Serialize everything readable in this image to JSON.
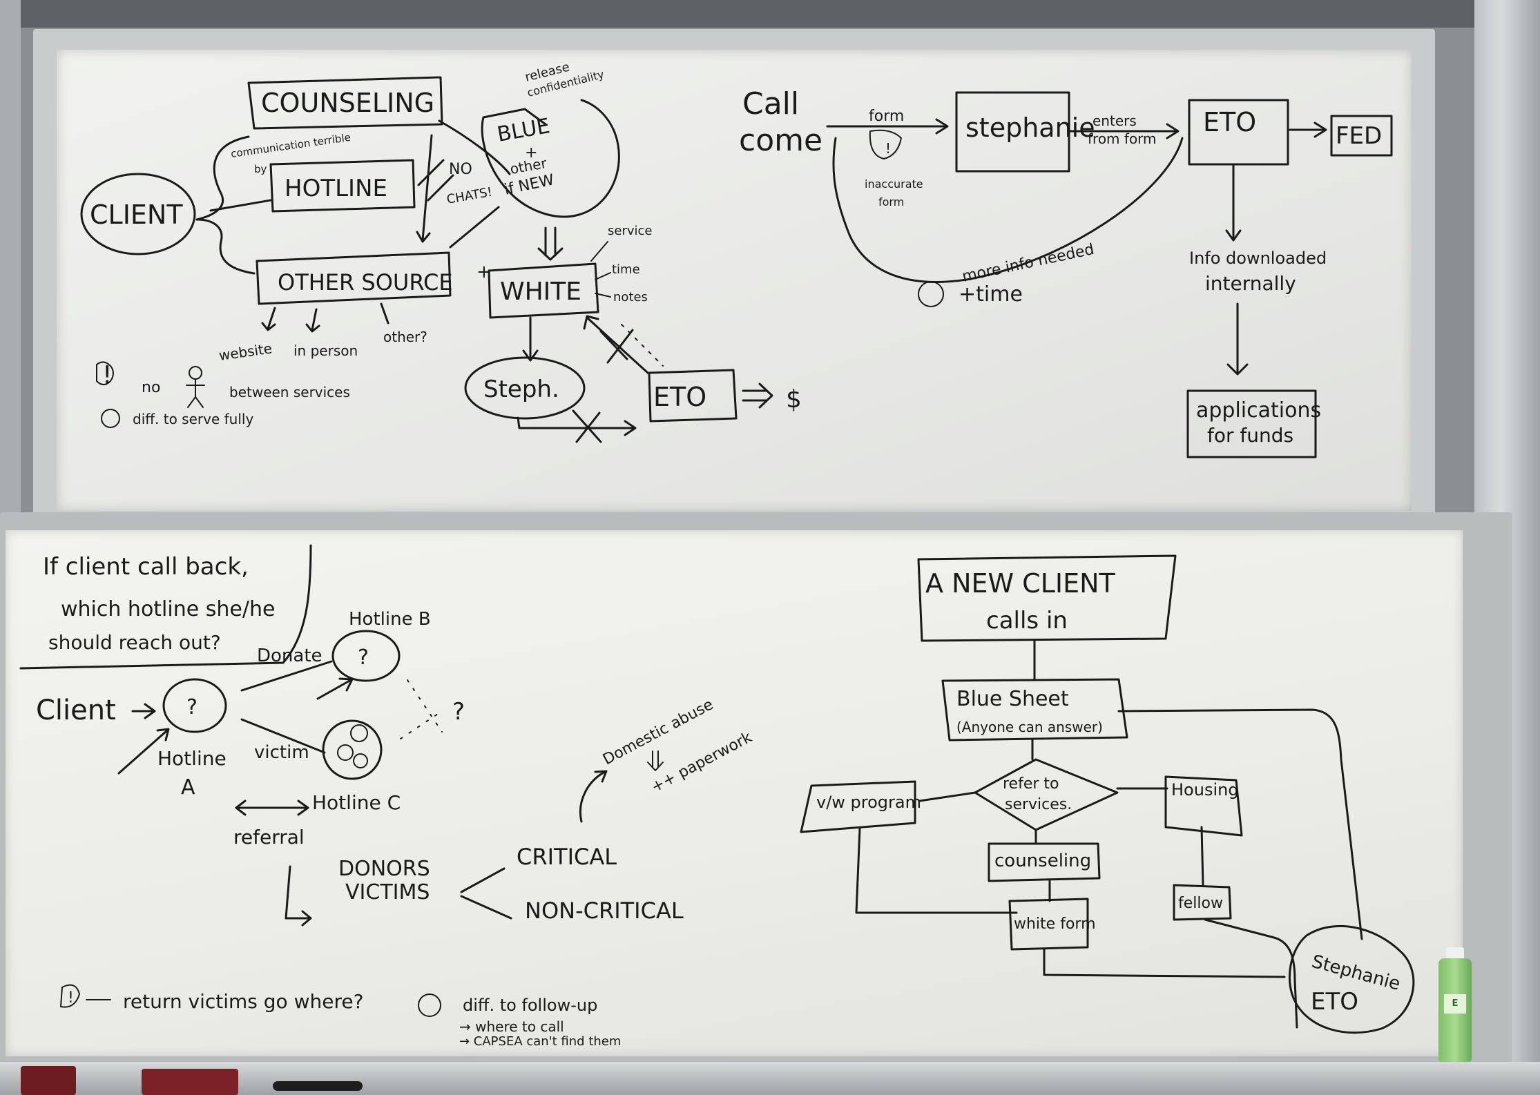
{
  "top_board": {
    "counseling": "COUNSELING",
    "hotline": "HOTLINE",
    "client": "CLIENT",
    "other_source": "OTHER SOURCE",
    "communication_note": "communication terrible",
    "communication_note_2": "by",
    "release_note": "release",
    "confidentiality": "confidentiality",
    "blue": "BLUE",
    "blue_plus": "+",
    "blue_other": "other",
    "blue_if_new": "if NEW",
    "no": "NO",
    "chats": "CHATS!",
    "white": "WHITE",
    "service": "service",
    "time": "time",
    "notes": "notes",
    "steph": "Steph.",
    "eto": "ETO",
    "money": "$",
    "website": "website",
    "in_person": "in person",
    "other_q": "other?",
    "no_label": "no",
    "between_services": "between services",
    "diff_serve": "diff. to serve fully",
    "call": "Call",
    "come": "come",
    "form": "form",
    "inaccurate": "inaccurate",
    "inaccurate_form": "form",
    "stephanie": "stephanie",
    "enters": "enters",
    "from_form": "from form",
    "eto2": "ETO",
    "fed": "FED",
    "more_info": "more info needed",
    "time_plus": "+time",
    "info_downloaded": "Info downloaded",
    "internally": "internally",
    "applications": "applications",
    "for_funds": "for funds"
  },
  "bottom_board": {
    "question_line1": "If client call back,",
    "question_line2": "which hotline she/he",
    "question_line3": "should reach out?",
    "hotline_b": "Hotline B",
    "donate": "Donate",
    "client": "Client",
    "hotline_a": "Hotline",
    "hotline_a_letter": "A",
    "victim": "victim",
    "hotline_c": "Hotline C",
    "referral": "referral",
    "qmark": "?",
    "donors": "DONORS",
    "victims": "VICTIMS",
    "critical": "CRITICAL",
    "non_critical": "NON-CRITICAL",
    "domestic_abuse": "Domestic abuse",
    "more_paperwork": "++ paperwork",
    "new_client_1": "A NEW CLIENT",
    "new_client_2": "calls in",
    "blue_sheet": "Blue Sheet",
    "anyone": "(Anyone can answer)",
    "refer_1": "refer to",
    "refer_2": "services.",
    "vw_program": "v/w program",
    "housing": "Housing",
    "counseling": "counseling",
    "fellow": "fellow",
    "white_form": "white form",
    "stephanie": "Stephanie",
    "eto": "ETO",
    "return_victims": "return victims go where?",
    "diff_follow": "diff. to follow-up",
    "where_call": "→ where to call",
    "capsea": "→ CAPSEA can't find them"
  },
  "tray": {
    "bottle_label": "E"
  }
}
